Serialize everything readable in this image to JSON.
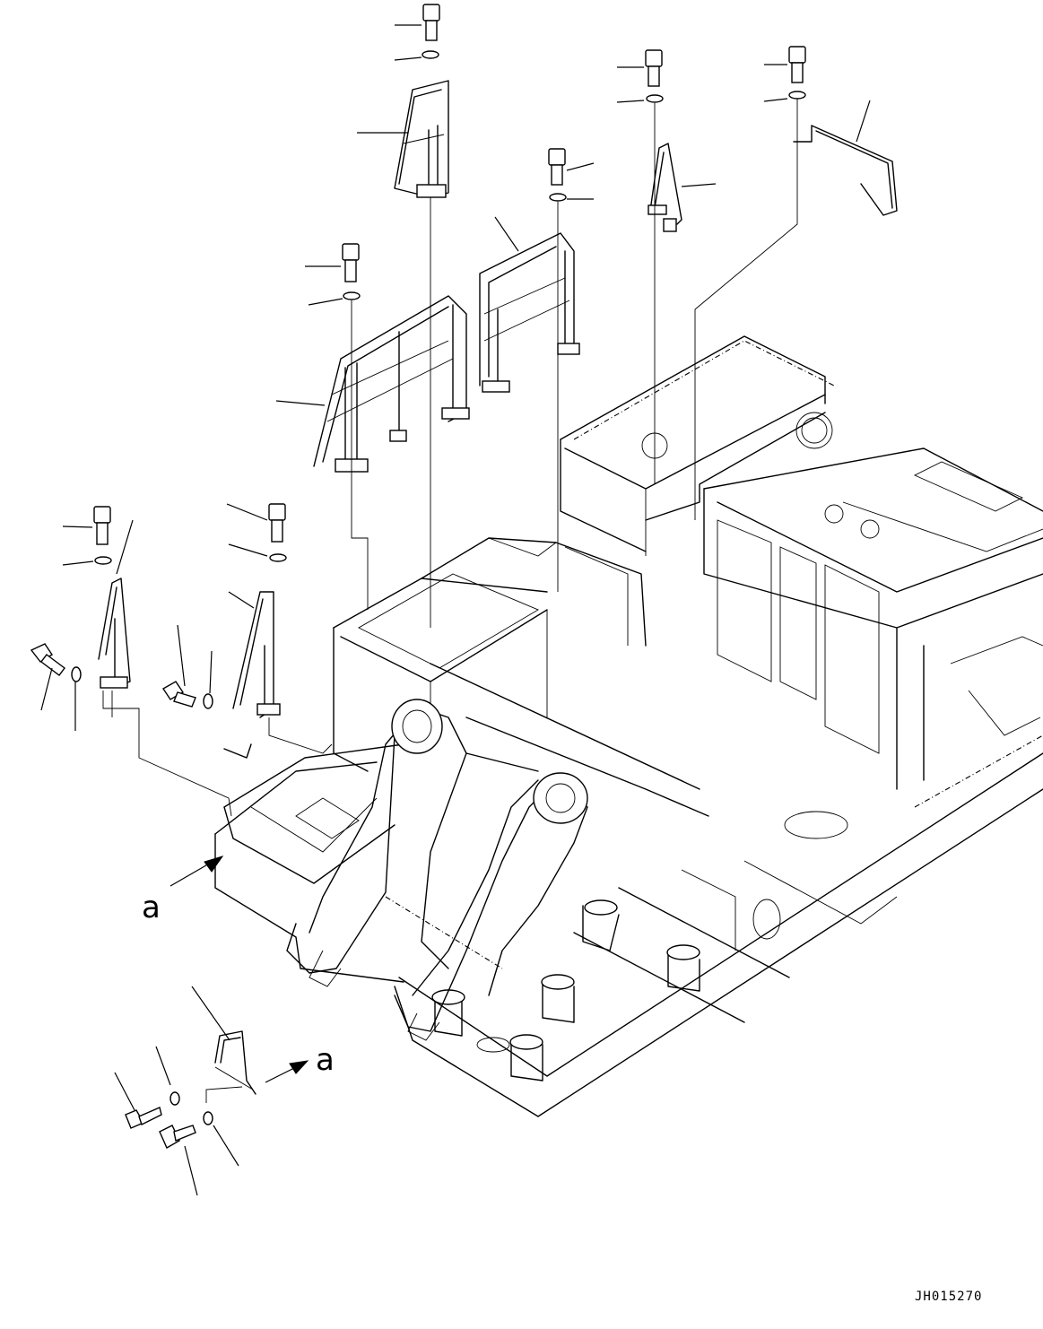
{
  "view_arrows": [
    {
      "label": "a"
    },
    {
      "label": "a"
    }
  ],
  "drawing_code": "JH015270"
}
